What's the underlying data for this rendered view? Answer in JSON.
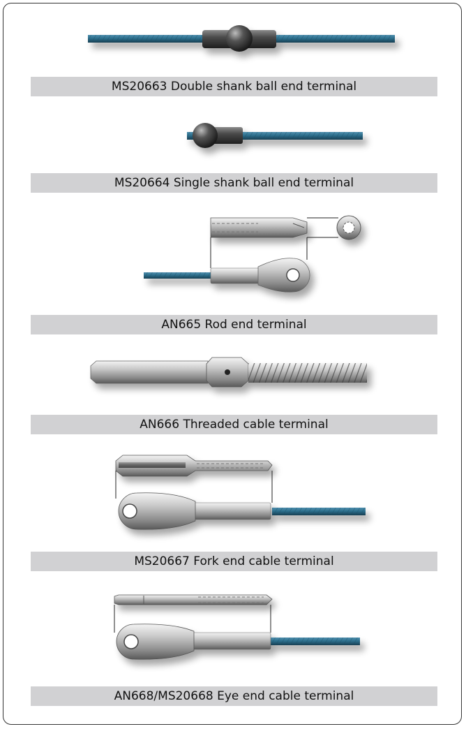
{
  "captions": [
    "MS20663 Double shank ball end terminal",
    "MS20664 Single shank ball end terminal",
    "AN665 Rod end terminal",
    "AN666 Threaded cable terminal",
    "MS20667 Fork end cable terminal",
    "AN668/MS20668 Eye end cable terminal"
  ],
  "colors": {
    "cable": "#2d6f8c",
    "metal_light": "#e9e9e9",
    "metal_dark": "#6a6a6a",
    "caption_bg": "#d1d1d3",
    "frame": "#333333"
  }
}
